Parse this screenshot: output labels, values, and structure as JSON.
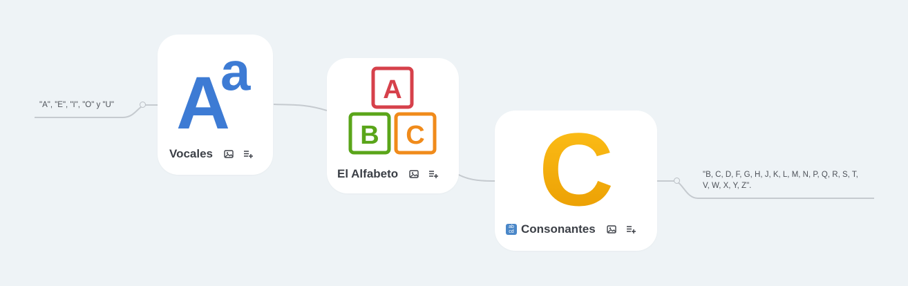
{
  "nodes": {
    "root": {
      "label": "El Alfabeto",
      "icon": "abc-blocks-icon"
    },
    "vowels": {
      "label": "Vocales",
      "icon": "letters-icon",
      "note": "\"A\", \"E\", \"I\", \"O\" y \"U\""
    },
    "consonants": {
      "label": "Consonantes",
      "emoji": "abcd-emoji",
      "icon": "letter-c-icon",
      "note_line1": "\"B, C, D,  F, G, H, J, K, L, M, N, P, Q, R, S, T,",
      "note_line2": "V, W, X, Y, Z\"."
    }
  },
  "glyphs": {
    "A": "A",
    "a": "a",
    "B": "B",
    "C": "C",
    "abcd_top": "ab",
    "abcd_bottom": "cd"
  },
  "colors": {
    "background": "#eef3f6",
    "card": "#ffffff",
    "link": "#c5cacf",
    "vowels_blue": "#3d7bd4",
    "block_red": "#d6414b",
    "block_green": "#5aa51a",
    "block_orange": "#f08b1b",
    "c_gold": "#f2a500"
  }
}
